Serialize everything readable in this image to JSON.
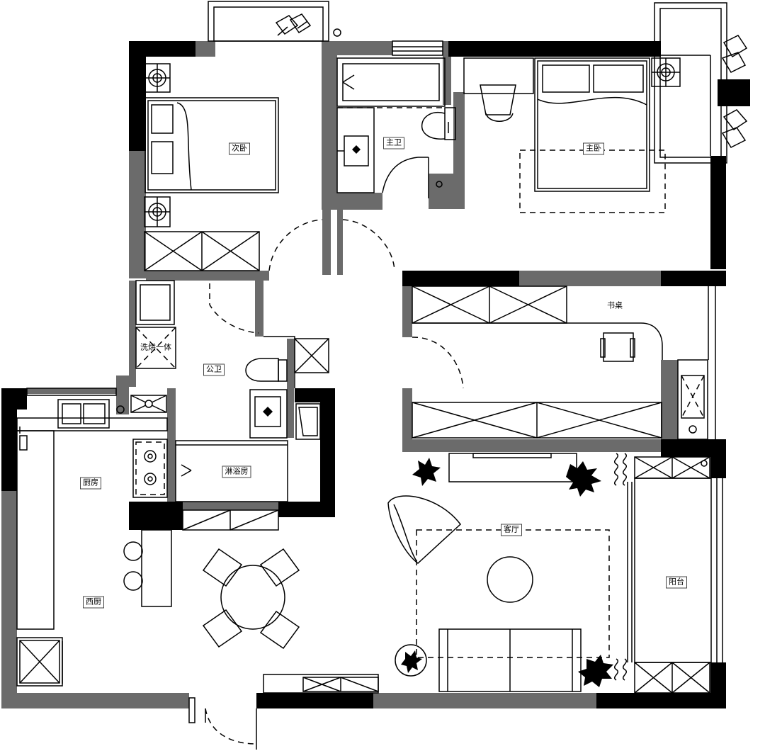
{
  "rooms": {
    "second_bedroom": "次卧",
    "master_bath": "主卫",
    "master_bedroom": "主卧",
    "desk": "书桌",
    "washer_dryer": "洗烘一体",
    "public_bath": "公卫",
    "shower": "淋浴房",
    "kitchen": "厨房",
    "western_kitchen": "西厨",
    "living_room": "客厅",
    "balcony": "阳台"
  }
}
